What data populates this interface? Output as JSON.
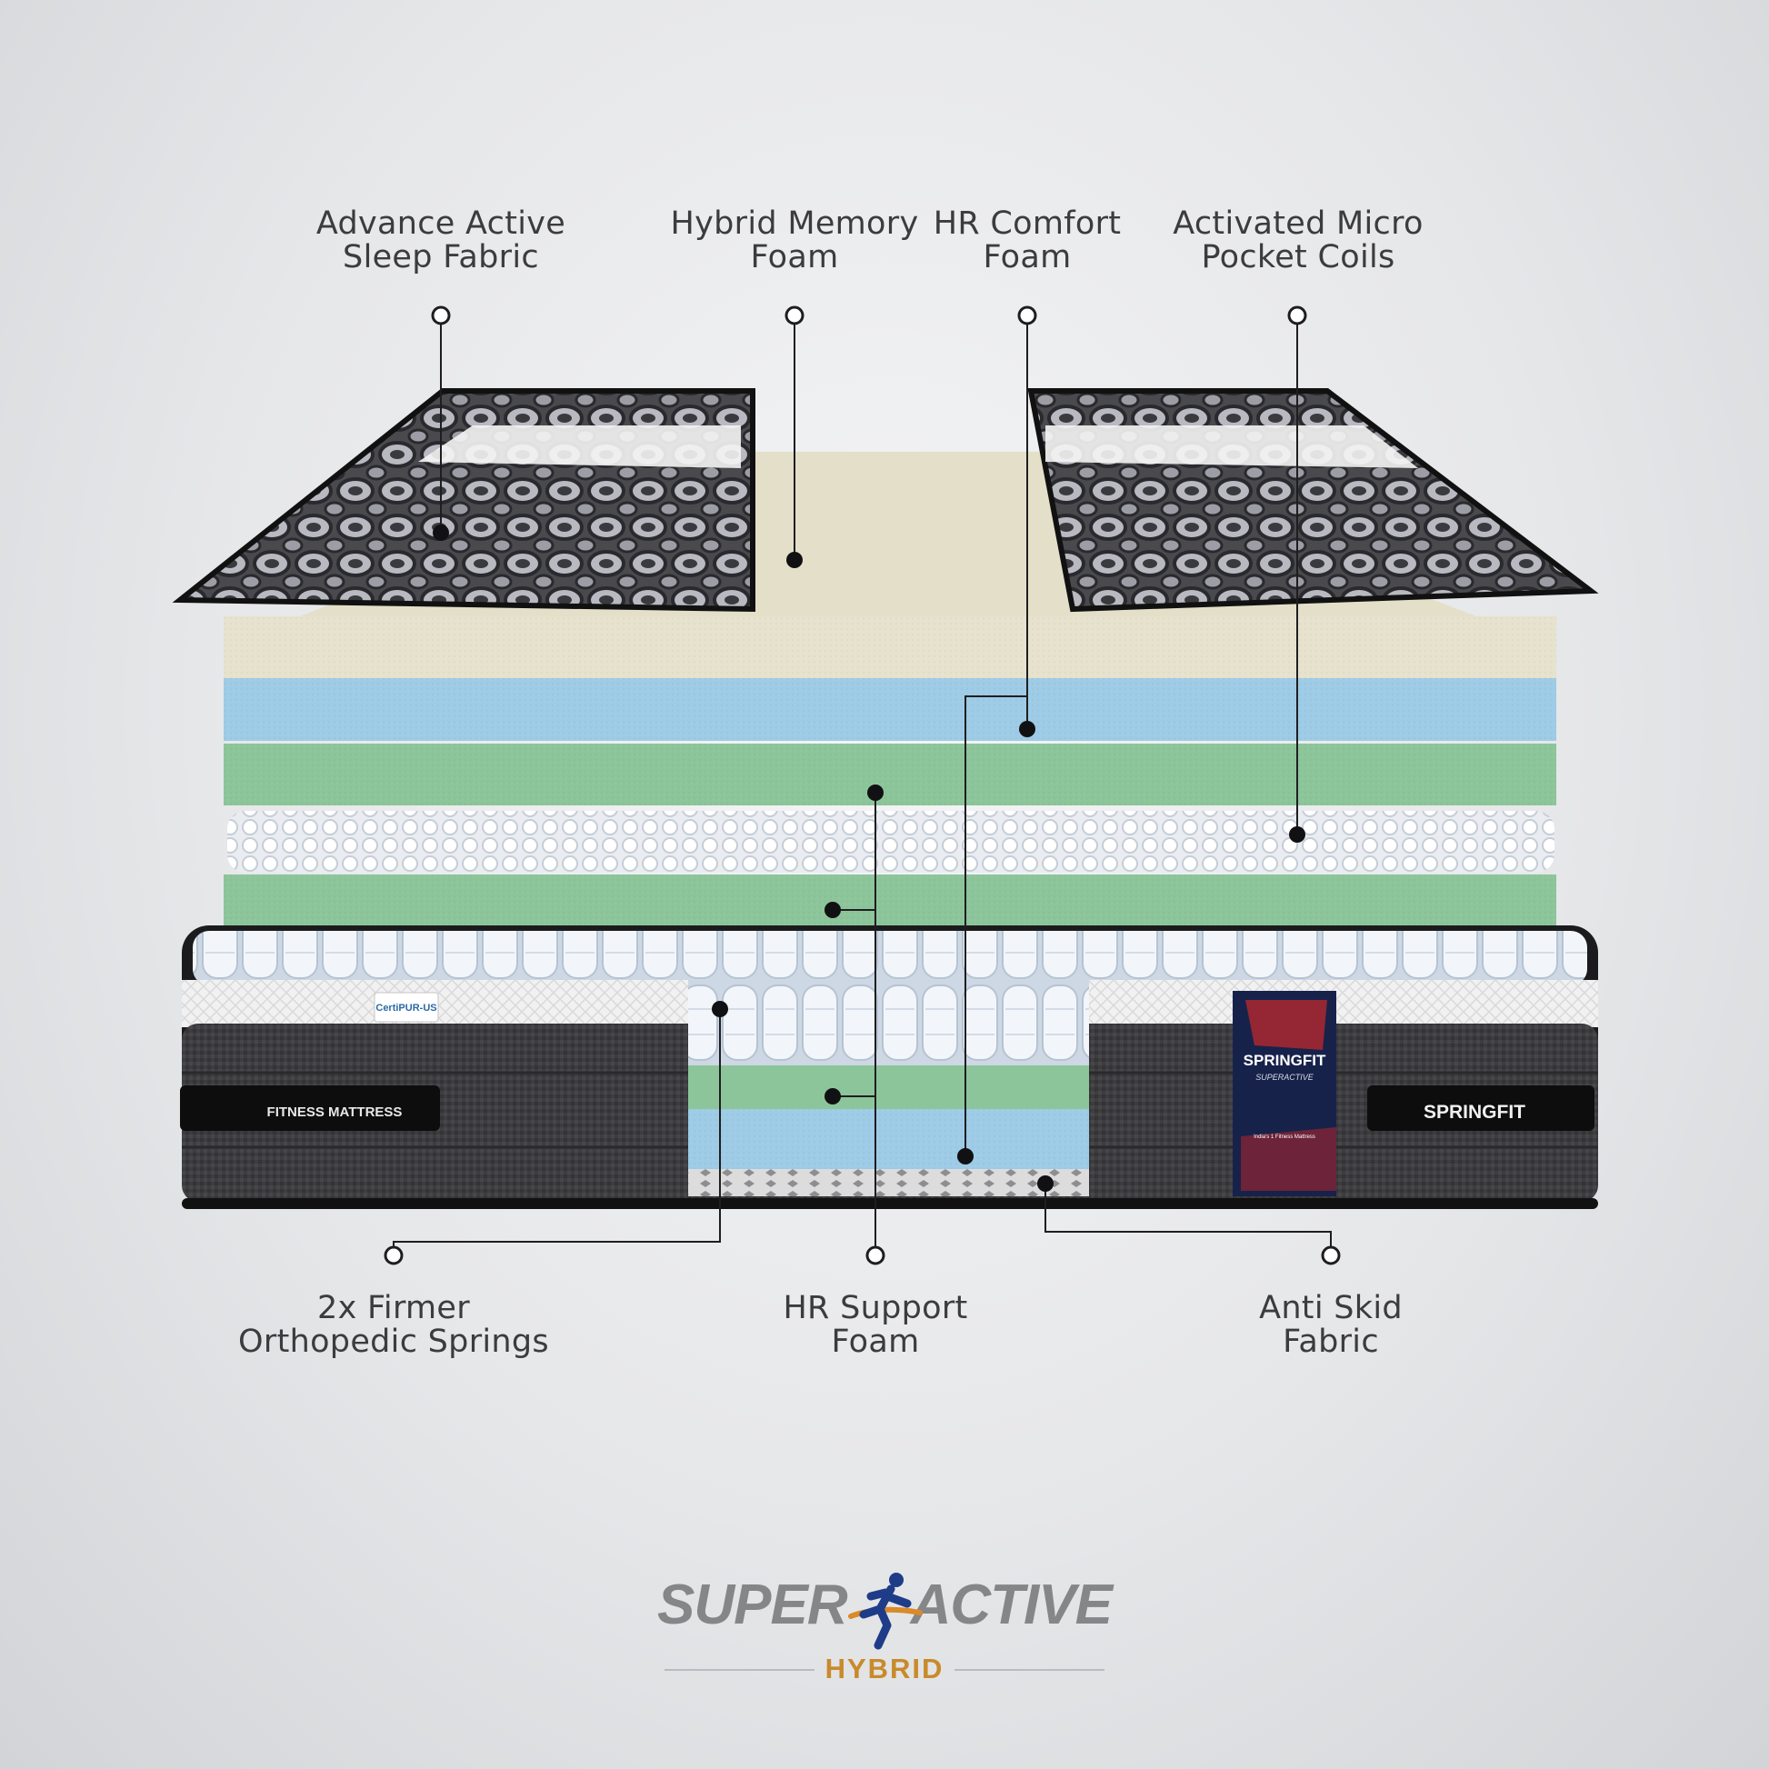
{
  "callouts_top": [
    {
      "label": "Advance Active\nSleep Fabric"
    },
    {
      "label": "Hybrid Memory\nFoam"
    },
    {
      "label": "HR Comfort\nFoam"
    },
    {
      "label": "Activated Micro\nPocket Coils"
    }
  ],
  "callouts_bottom": [
    {
      "label": "2x Firmer\nOrthopedic Springs"
    },
    {
      "label": "HR Support\nFoam"
    },
    {
      "label": "Anti Skid\nFabric"
    }
  ],
  "mattress": {
    "side_label_left": "FITNESS MATTRESS",
    "side_label_right": "SPRINGFIT",
    "certification_badge": "CertiPUR-US",
    "tag_brand": "SPRINGFIT",
    "tag_product": "SUPERACTIVE",
    "tag_claim": "India's 1 Fitness Mattress"
  },
  "logo": {
    "word_left": "SUPER",
    "word_right": "ACTIVE",
    "variant": "HYBRID"
  },
  "colors": {
    "memory_foam": "#e7e2cd",
    "comfort_foam_blue": "#9ecbe6",
    "support_foam_green": "#8dc59a",
    "coil_white": "#f3f5f8",
    "fabric_dark": "#3b3b3d",
    "logo_accent": "#c98a2b",
    "logo_grey": "#858688"
  }
}
